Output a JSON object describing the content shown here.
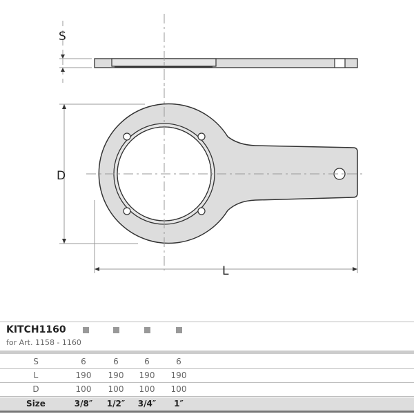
{
  "drawing": {
    "labels": {
      "thickness": "S",
      "diameter": "D",
      "length": "L"
    }
  },
  "table": {
    "title": "KITCH1160",
    "subtitle": "for Art. 1158 - 1160",
    "marker_color": "#999999",
    "rows": [
      {
        "label": "S",
        "values": [
          "6",
          "6",
          "6",
          "6"
        ]
      },
      {
        "label": "L",
        "values": [
          "190",
          "190",
          "190",
          "190"
        ]
      },
      {
        "label": "D",
        "values": [
          "100",
          "100",
          "100",
          "100"
        ]
      }
    ],
    "size_row": {
      "label": "Size",
      "values": [
        "3/8″",
        "1/2″",
        "3/4″",
        "1″"
      ]
    }
  }
}
